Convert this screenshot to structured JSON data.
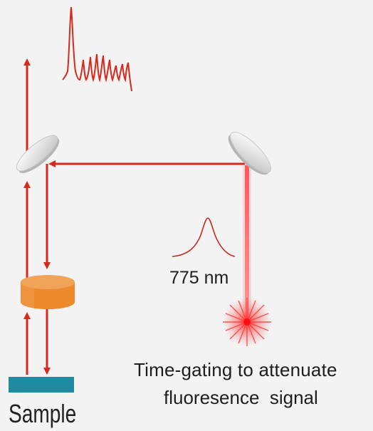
{
  "labels": {
    "wavelength": "775 nm",
    "caption_line1": "Time-gating to attenuate",
    "caption_line2": "fluoresence  signal",
    "sample": "Sample"
  },
  "colors": {
    "beam": "#d9281c",
    "spectrum": "#d62a1c",
    "laser_glow": "#ff3b3b",
    "mirror": "#dcdcdc",
    "filter_top": "#f0a45a",
    "filter_body": "#ec8a2c",
    "sample": "#1f8aa0",
    "text": "#1e1e1e"
  },
  "icons": [
    "mirror-icon",
    "time-gate-filter-icon",
    "laser-source-icon",
    "sample-slab-icon"
  ]
}
